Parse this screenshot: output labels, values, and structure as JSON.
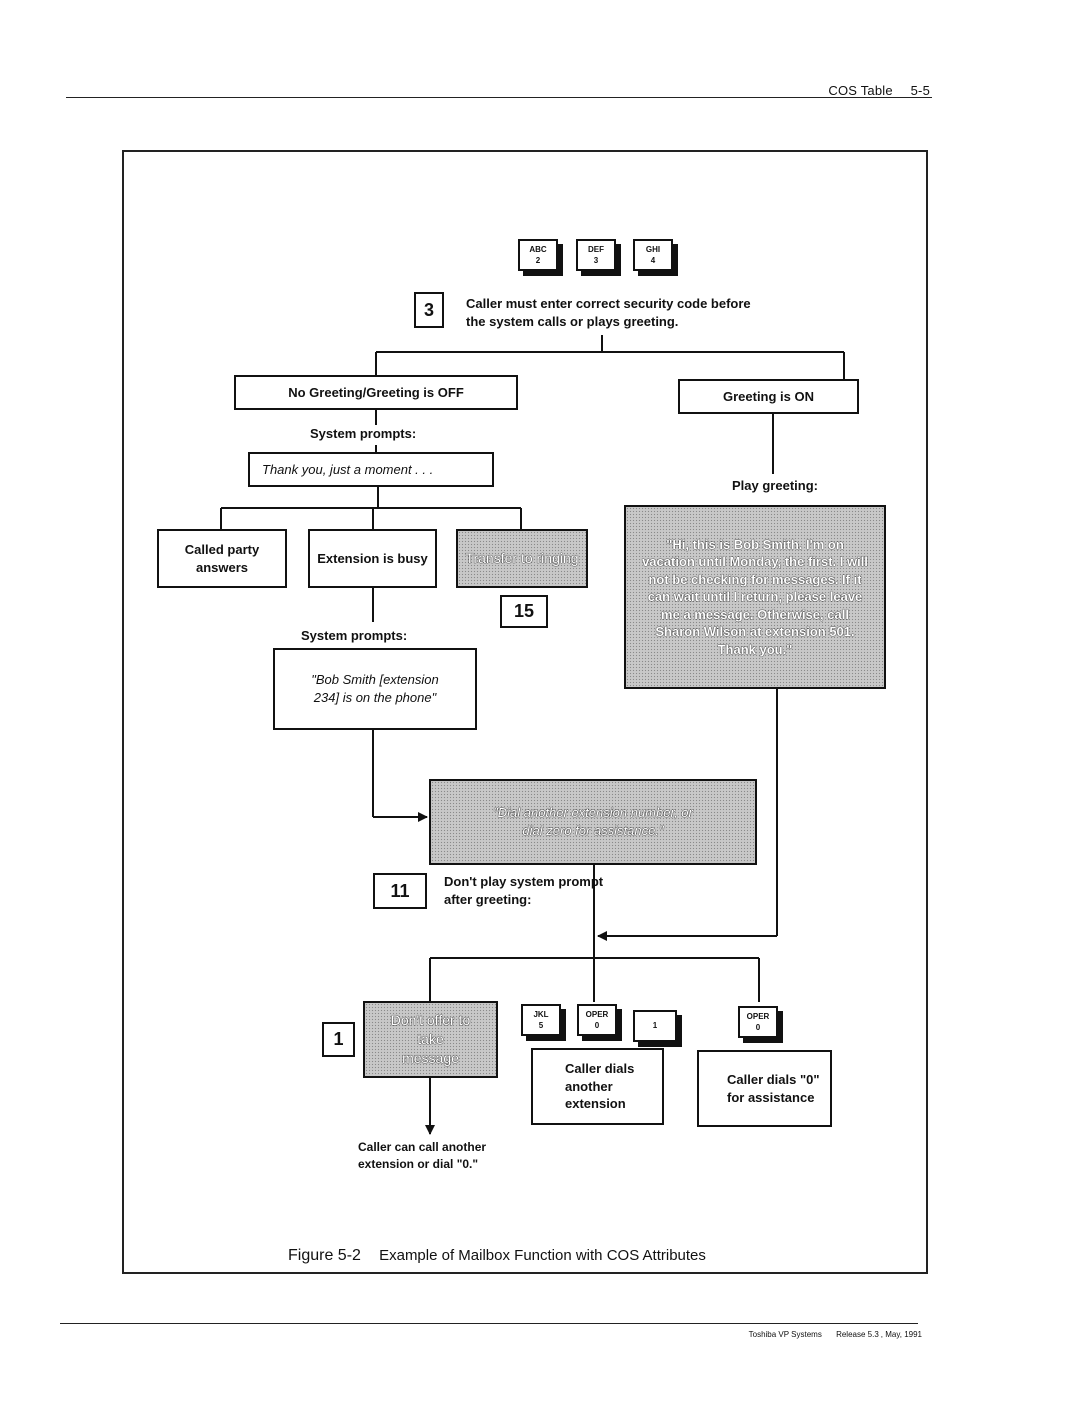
{
  "header": {
    "section": "COS Table",
    "page": "5-5"
  },
  "keypad_top": [
    {
      "letters": "ABC",
      "digit": "2"
    },
    {
      "letters": "DEF",
      "digit": "3"
    },
    {
      "letters": "GHI",
      "digit": "4"
    }
  ],
  "attributes": {
    "security": "3",
    "transfer": "15",
    "prompt": "11",
    "message": "1"
  },
  "security_text": "Caller must enter correct security code before the system calls or plays greeting.",
  "greeting_off": "No Greeting/Greeting is OFF",
  "greeting_on": "Greeting is ON",
  "system_prompts_1": "System prompts:",
  "thank_you": "Thank you, just a moment . . .",
  "called_party": "Called party answers",
  "extension_busy": "Extension is busy",
  "transfer_ringing": "Transfer to ringing",
  "system_prompts_2": "System prompts:",
  "on_phone": "\"Bob Smith [extension 234] is on the phone\"",
  "play_greeting": "Play greeting:",
  "greeting_text": "\"Hi, this is Bob Smith. I'm on vacation until Monday, the first. I will not be checking for messages. If it can wait until I return, please leave me a message. Otherwise, call Sharon Wilson at extension 501. Thank you.\"",
  "dial_another": "\"Dial another extension number, or dial zero for assistance.\"",
  "dont_play": "Don't play system prompt after greeting:",
  "dont_offer": "Don't offer to take message",
  "keypad_bottom": [
    {
      "letters": "JKL",
      "digit": "5"
    },
    {
      "letters": "OPER",
      "digit": "0"
    },
    {
      "letters": "",
      "digit": "1"
    }
  ],
  "keypad_oper": {
    "letters": "OPER",
    "digit": "0"
  },
  "caller_dials_ext": "Caller dials another extension",
  "caller_dials_zero": "Caller dials \"0\" for assistance",
  "caller_can": "Caller can call another extension or dial \"0.\"",
  "caption": {
    "label": "Figure 5-2",
    "text": "Example of Mailbox Function with COS Attributes"
  },
  "footer": {
    "company": "Toshiba VP Systems",
    "release": "Release 5.3",
    "date": ", May, 1991"
  }
}
